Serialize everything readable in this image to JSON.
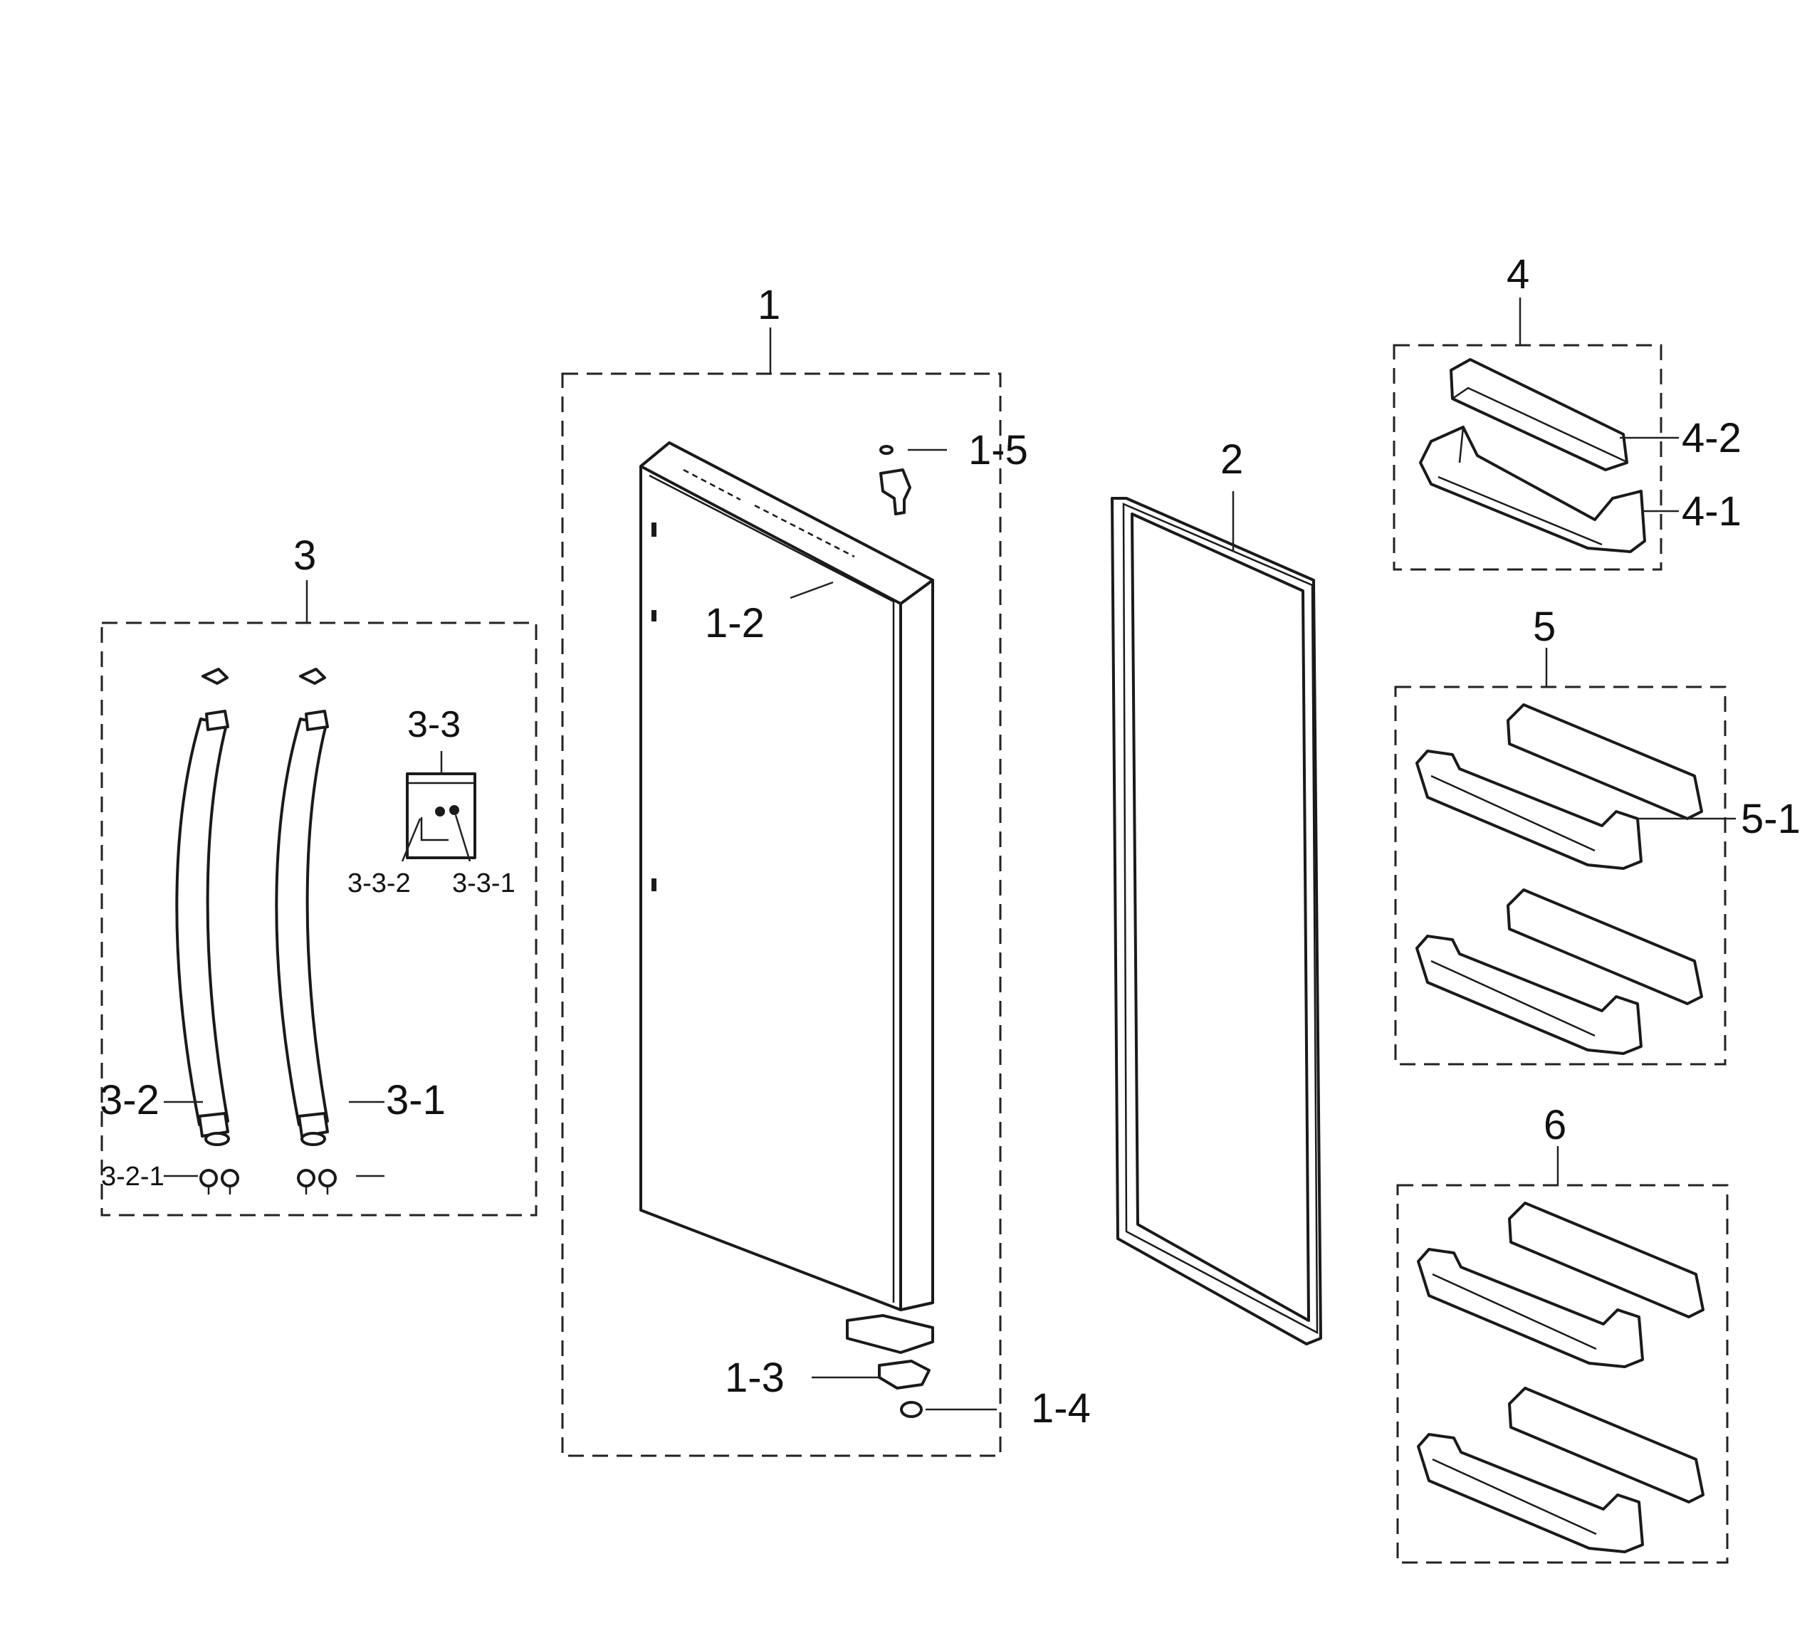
{
  "labels": {
    "l1": "1",
    "l1_2": "1-2",
    "l1_3": "1-3",
    "l1_4": "1-4",
    "l1_5": "1-5",
    "l2": "2",
    "l3": "3",
    "l3_1": "3-1",
    "l3_2": "3-2",
    "l3_2_1": "3-2-1",
    "l3_3": "3-3",
    "l3_3_1": "3-3-1",
    "l3_3_2": "3-3-2",
    "l4": "4",
    "l4_1": "4-1",
    "l4_2": "4-2",
    "l5": "5",
    "l5_1": "5-1",
    "l6": "6"
  }
}
